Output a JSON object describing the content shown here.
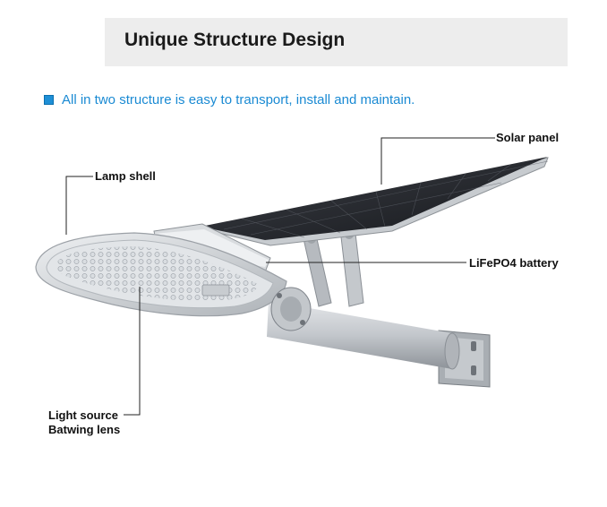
{
  "header": {
    "title": "Unique Structure Design"
  },
  "intro": {
    "bullet_text": "All in two structure is easy to transport, install and maintain."
  },
  "labels": {
    "solar_panel": "Solar panel",
    "lamp_shell": "Lamp shell",
    "battery": "LiFePO4 battery",
    "light_source": "Light source",
    "lens": "Batwing lens"
  },
  "colors": {
    "accent": "#1e8fd6",
    "title_bg": "#ededed"
  }
}
